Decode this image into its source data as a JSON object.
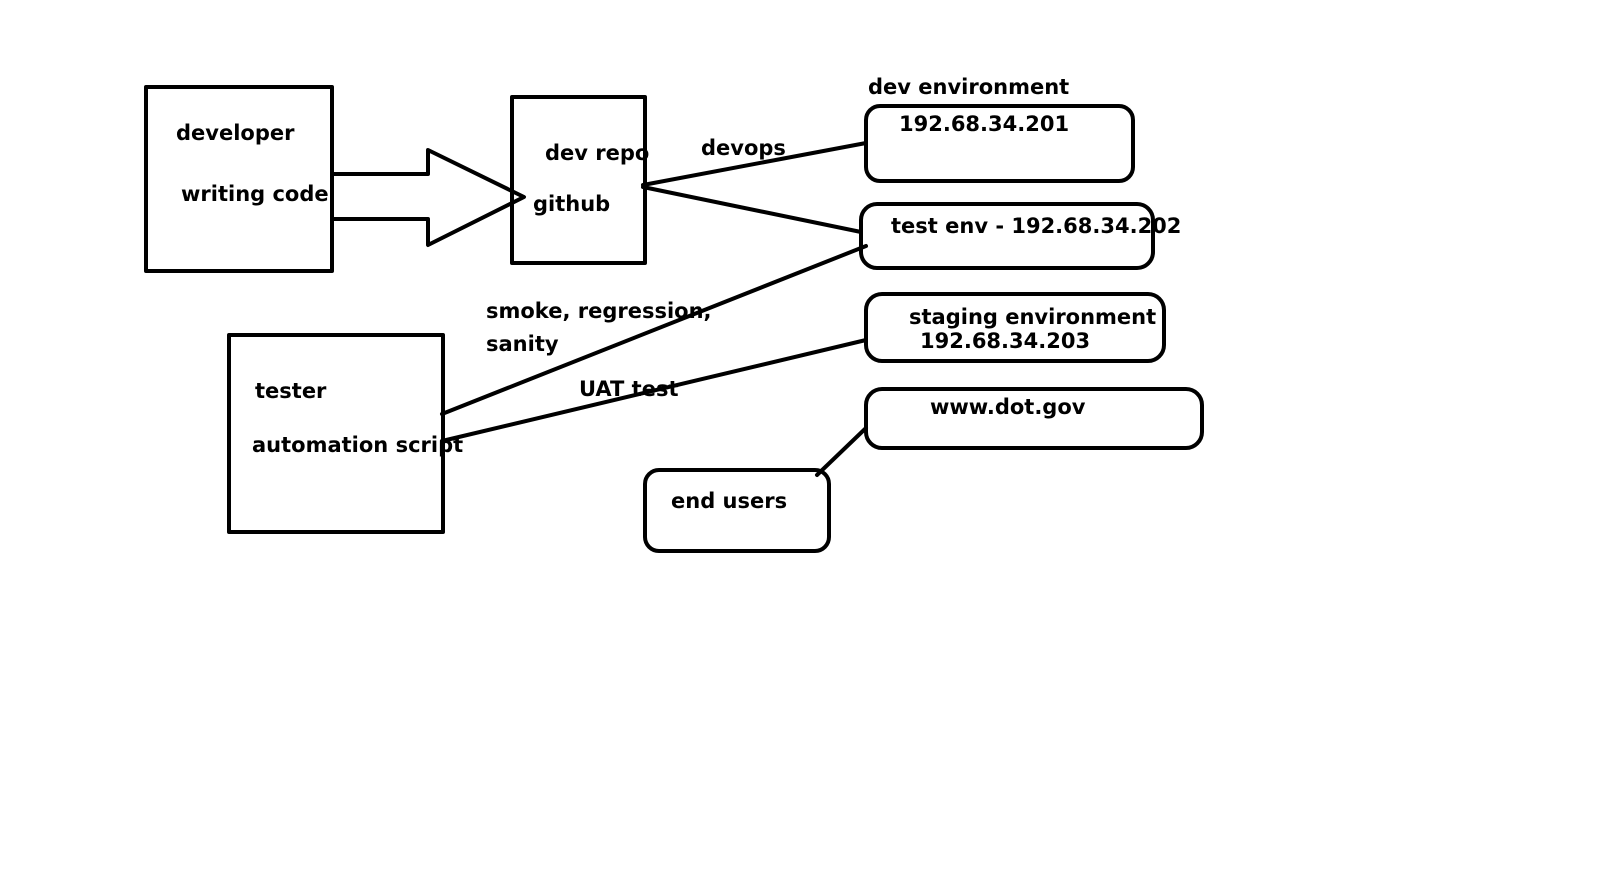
{
  "colors": {
    "ink": "#000000",
    "background": "#ffffff"
  },
  "nodes": {
    "developer": {
      "line1": "developer",
      "line2": "writing code"
    },
    "dev_repo": {
      "line1": "dev repo",
      "line2": "github"
    },
    "dev_env": {
      "heading": "dev environment",
      "ip": "192.68.34.201"
    },
    "test_env": {
      "label": "test env - 192.68.34.202"
    },
    "staging_env": {
      "line1": "staging environment",
      "line2": "192.68.34.203"
    },
    "production": {
      "label": "www.dot.gov"
    },
    "tester": {
      "line1": "tester",
      "line2": "automation script"
    },
    "end_users": {
      "label": "end users"
    }
  },
  "edges": {
    "devops": "devops",
    "tests": {
      "line1": "smoke, regression,",
      "line2": "sanity"
    },
    "uat": "UAT test"
  }
}
